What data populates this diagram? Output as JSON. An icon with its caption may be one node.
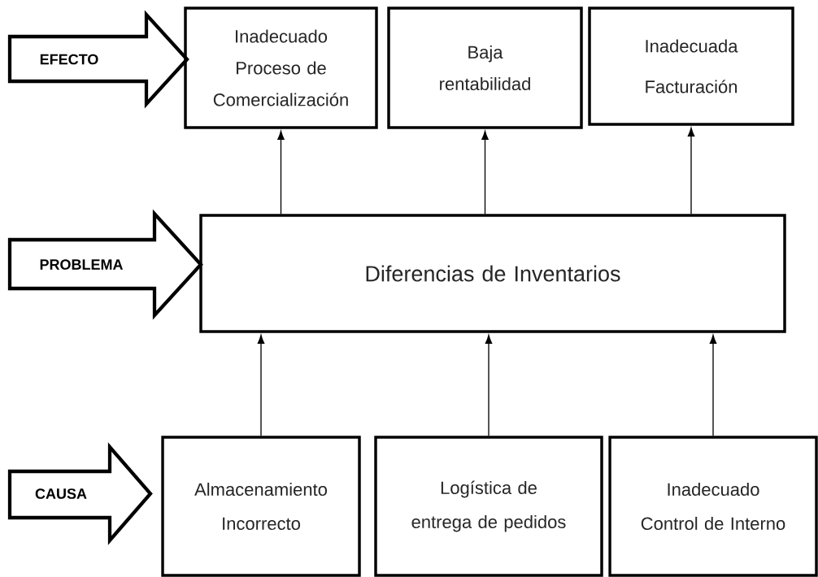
{
  "diagram": {
    "nodes": [
      {
        "text": [
          "EFECTO"
        ]
      },
      {
        "text": [
          "Inadecuado Proceso de Comercialización"
        ]
      },
      {
        "text": [
          "Baja rentabilidad"
        ]
      },
      {
        "text": [
          "Inadecuada Facturación"
        ]
      },
      {
        "text": [
          "PROBLEMA"
        ]
      },
      {
        "text": [
          "Diferencias de Inventarios"
        ]
      },
      {
        "text": [
          "CAUSA"
        ]
      },
      {
        "text": [
          "Almacenamiento Incorrecto"
        ]
      },
      {
        "text": [
          "Logística de entrega de pedidos"
        ]
      },
      {
        "text": [
          "Inadecuado Control de Interno"
        ]
      }
    ],
    "edges": [
      {
        "from": 5,
        "to": 1,
        "arrow": "to"
      },
      {
        "from": 5,
        "to": 2,
        "arrow": "to"
      },
      {
        "from": 5,
        "to": 3,
        "arrow": "to"
      },
      {
        "from": 7,
        "to": 5,
        "arrow": "to"
      },
      {
        "from": 8,
        "to": 5,
        "arrow": "to"
      },
      {
        "from": 9,
        "to": 5,
        "arrow": "to"
      }
    ]
  }
}
